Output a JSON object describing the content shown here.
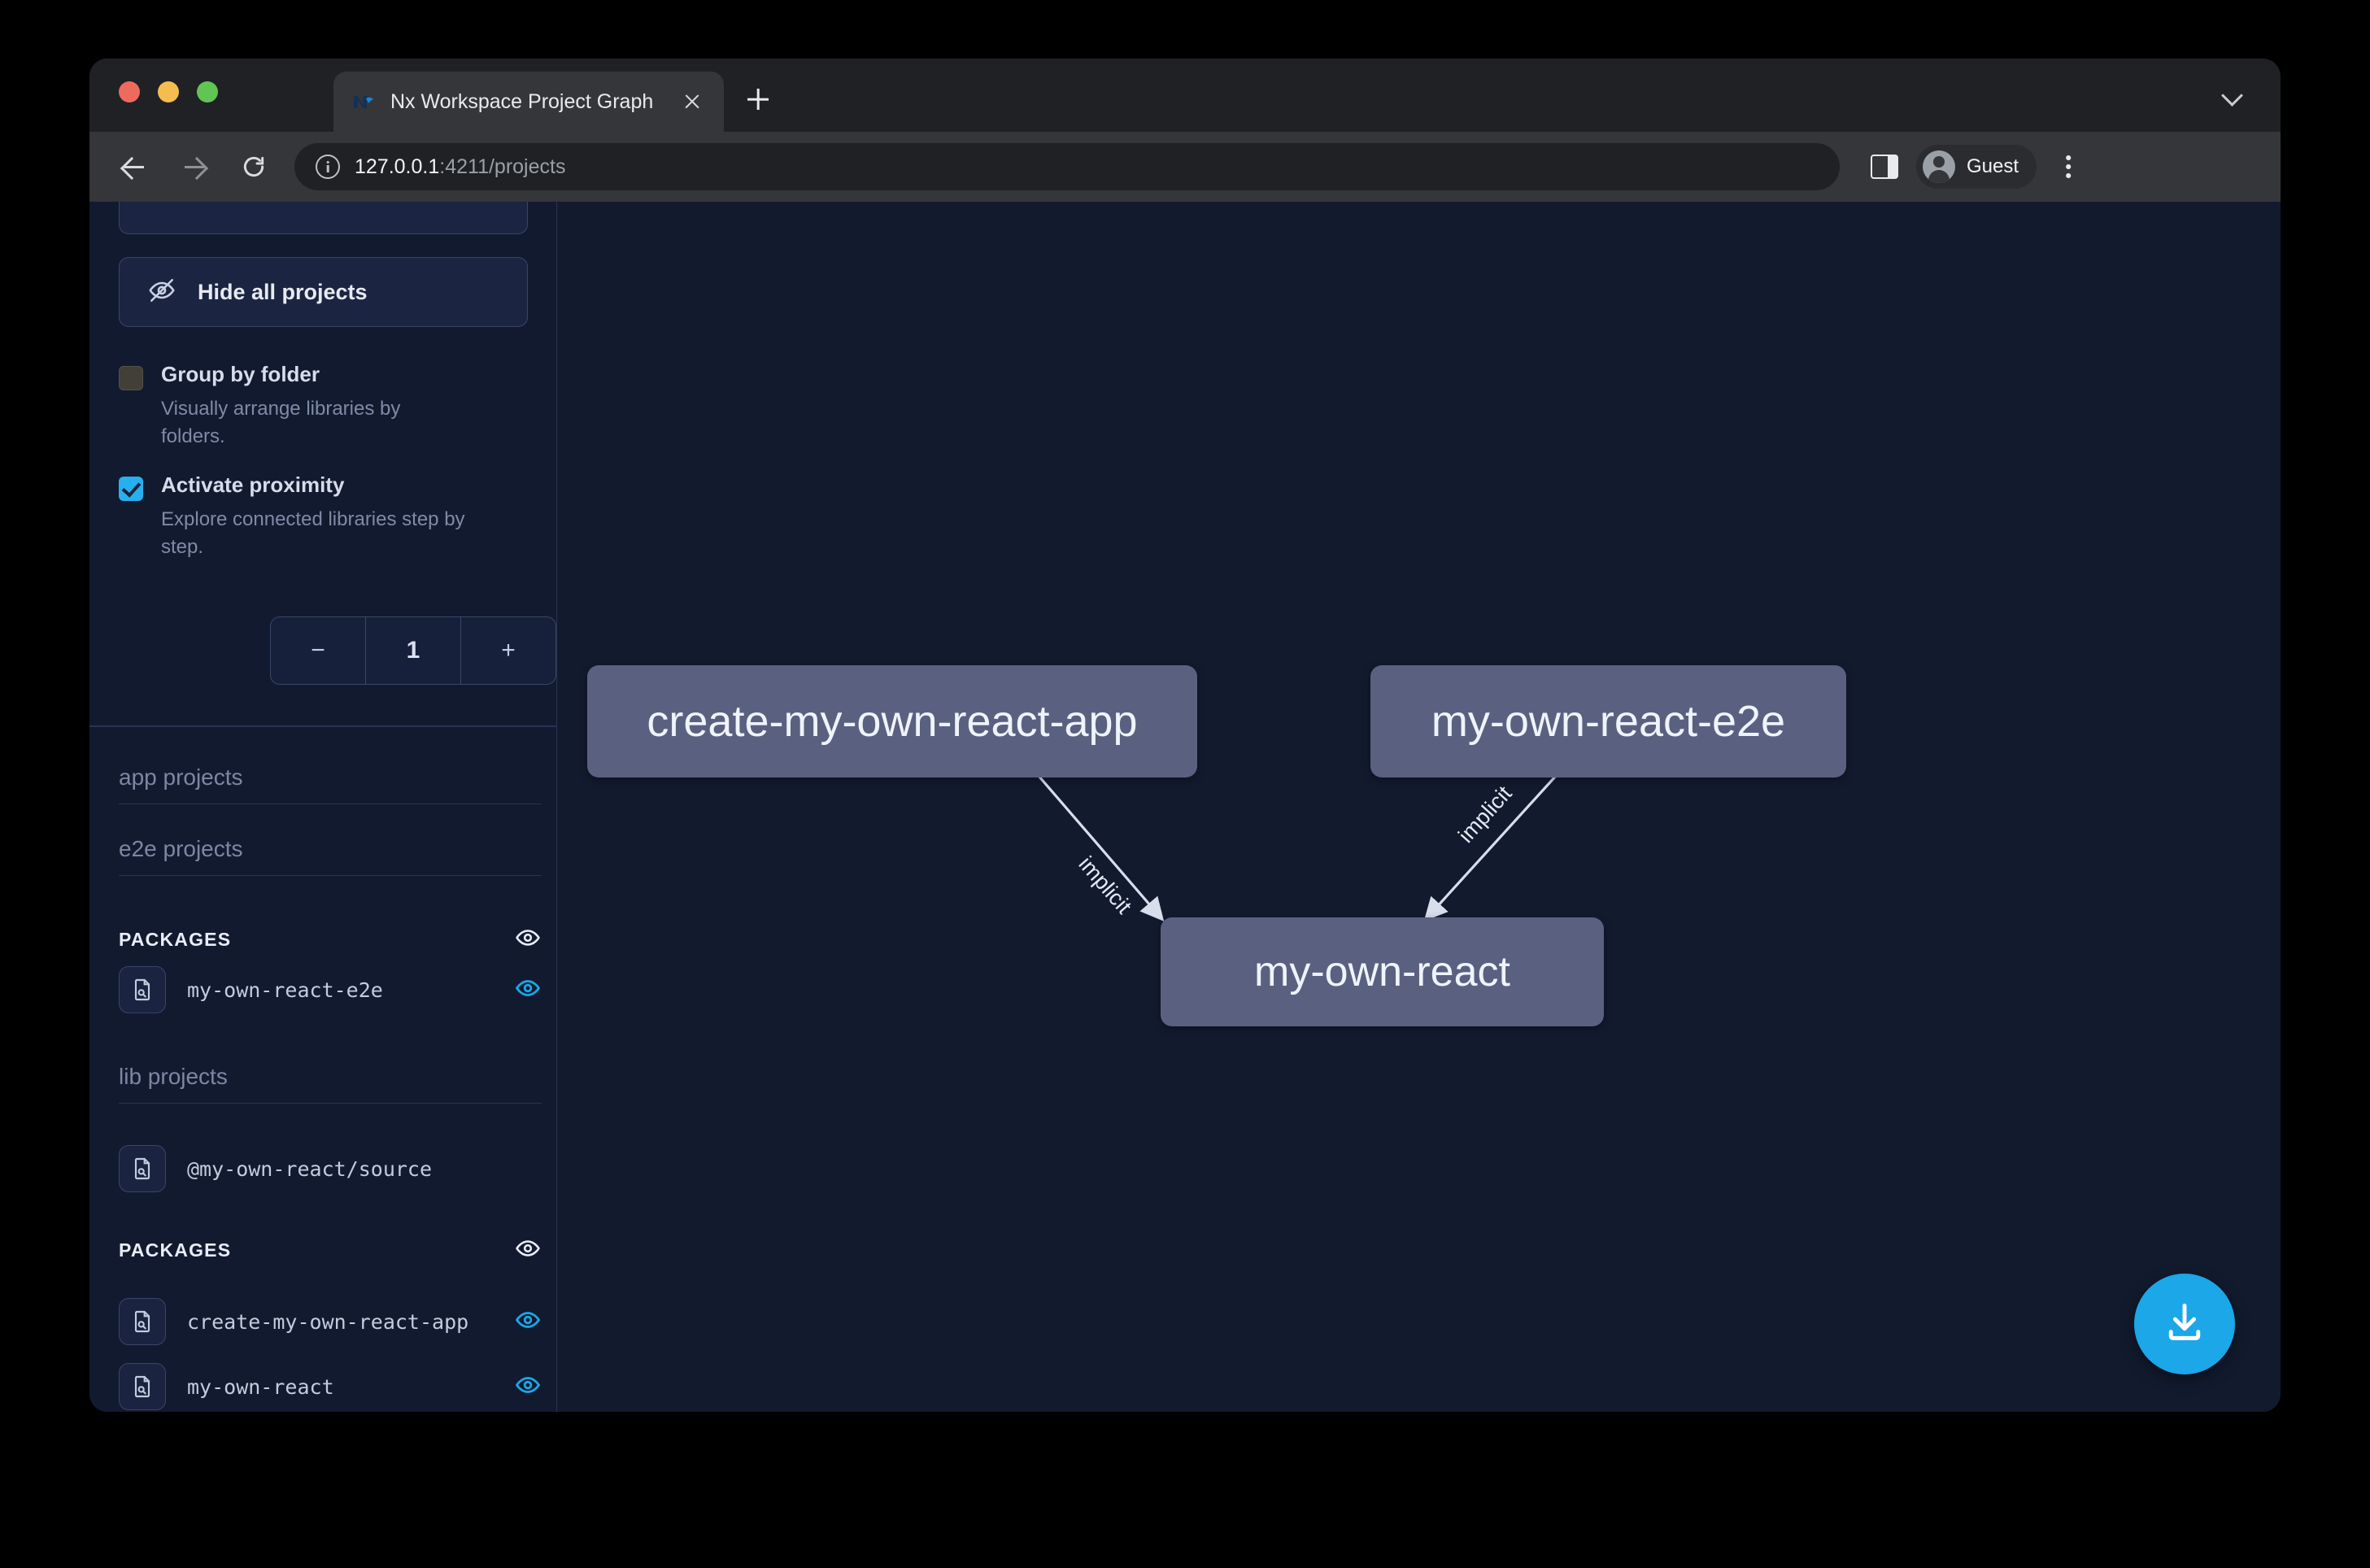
{
  "browser": {
    "tab": {
      "title": "Nx Workspace Project Graph",
      "favicon": "nx-logo-icon",
      "close": "close-icon"
    },
    "new_tab": "new-tab-icon",
    "tab_list_chevron": "chevron-down-icon",
    "nav": {
      "back": "back-arrow-icon",
      "forward": "forward-arrow-icon",
      "reload": "reload-icon"
    },
    "omnibox": {
      "info": "info-icon",
      "host": "127.0.0.1",
      "path": ":4211/projects"
    },
    "side_panel": "side-panel-icon",
    "profile": {
      "label": "Guest",
      "avatar": "avatar-icon"
    },
    "menu": "kebab-menu-icon"
  },
  "sidebar": {
    "hide_all_button": {
      "label": "Hide all projects",
      "icon": "eye-off-icon"
    },
    "options": [
      {
        "id": "group-by-folder",
        "label": "Group by folder",
        "description": "Visually arrange libraries by folders.",
        "checked": false
      },
      {
        "id": "activate-proximity",
        "label": "Activate proximity",
        "description": "Explore connected libraries step by step.",
        "checked": true
      }
    ],
    "proximity_stepper": {
      "decrement": "−",
      "value": "1",
      "increment": "+"
    },
    "sections": [
      {
        "type": "group",
        "label": "app projects"
      },
      {
        "type": "group",
        "label": "e2e projects"
      },
      {
        "type": "packages",
        "label": "PACKAGES",
        "icon": "eye-icon"
      },
      {
        "type": "project",
        "name": "my-own-react-e2e",
        "icon": "document-search-icon",
        "visible": true,
        "visibility_icon": "eye-icon"
      },
      {
        "type": "group",
        "label": "lib projects"
      },
      {
        "type": "project",
        "name": "@my-own-react/source",
        "icon": "document-search-icon",
        "visible": false
      },
      {
        "type": "packages",
        "label": "PACKAGES",
        "icon": "eye-icon"
      },
      {
        "type": "project",
        "name": "create-my-own-react-app",
        "icon": "document-search-icon",
        "visible": true,
        "visibility_icon": "eye-icon"
      },
      {
        "type": "project",
        "name": "my-own-react",
        "icon": "document-search-icon",
        "visible": true,
        "visibility_icon": "eye-icon"
      }
    ]
  },
  "graph": {
    "nodes": [
      {
        "id": "create-my-own-react-app",
        "label": "create-my-own-react-app"
      },
      {
        "id": "my-own-react-e2e",
        "label": "my-own-react-e2e"
      },
      {
        "id": "my-own-react",
        "label": "my-own-react"
      }
    ],
    "edges": [
      {
        "from": "create-my-own-react-app",
        "to": "my-own-react",
        "label": "implicit"
      },
      {
        "from": "my-own-react-e2e",
        "to": "my-own-react",
        "label": "implicit"
      }
    ],
    "download_button": {
      "icon": "download-icon"
    }
  },
  "colors": {
    "accent": "#1BA7E8",
    "checkbox_on": "#27B0EF",
    "node_fill": "#5A6180",
    "canvas_bg": "#121A2E",
    "sidebar_bg": "#121A30"
  }
}
